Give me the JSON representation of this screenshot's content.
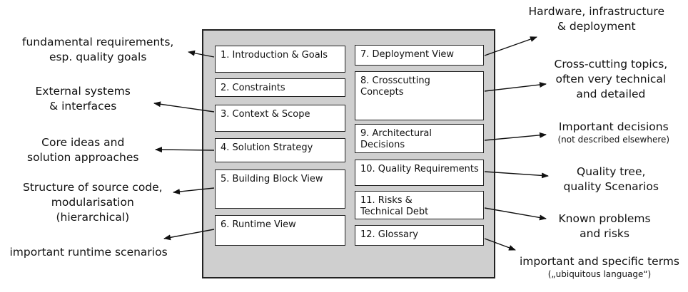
{
  "left_column": [
    {
      "id": "intro",
      "label": "1. Introduction & Goals"
    },
    {
      "id": "constraints",
      "label": "2. Constraints"
    },
    {
      "id": "context",
      "label": "3. Context & Scope"
    },
    {
      "id": "strategy",
      "label": "4. Solution Strategy"
    },
    {
      "id": "building",
      "label": "5. Building Block View"
    },
    {
      "id": "runtime",
      "label": "6. Runtime View"
    }
  ],
  "right_column": [
    {
      "id": "deployment",
      "label": "7. Deployment View"
    },
    {
      "id": "crosscutting",
      "label": "8. Crosscutting\n    Concepts"
    },
    {
      "id": "decisions",
      "label": "9. Architectural\n    Decisions"
    },
    {
      "id": "quality",
      "label": "10. Quality Requirements"
    },
    {
      "id": "risks",
      "label": "11. Risks &\n    Technical Debt"
    },
    {
      "id": "glossary",
      "label": "12. Glossary"
    }
  ],
  "annotations": [
    {
      "id": "intro",
      "lines": [
        "fundamental requirements,",
        "esp. quality goals"
      ]
    },
    {
      "id": "context",
      "lines": [
        "External systems",
        "& interfaces"
      ]
    },
    {
      "id": "strategy",
      "lines": [
        "Core ideas and",
        "solution approaches"
      ]
    },
    {
      "id": "building",
      "lines": [
        "Structure of source code,",
        "modularisation",
        "(hierarchical)"
      ]
    },
    {
      "id": "runtime",
      "lines": [
        "important runtime scenarios"
      ]
    },
    {
      "id": "deployment",
      "lines": [
        "Hardware, infrastructure",
        "& deployment"
      ]
    },
    {
      "id": "crosscutting",
      "lines": [
        "Cross-cutting topics,",
        "often very technical",
        "and detailed"
      ]
    },
    {
      "id": "decisions",
      "lines": [
        "Important decisions"
      ],
      "sub": "(not described elsewhere)"
    },
    {
      "id": "quality",
      "lines": [
        "Quality tree,",
        "quality Scenarios"
      ]
    },
    {
      "id": "risks",
      "lines": [
        "Known problems",
        "and risks"
      ]
    },
    {
      "id": "glossary",
      "lines": [
        "important and specific terms"
      ],
      "sub": "(„ubiquitous language“)"
    }
  ]
}
